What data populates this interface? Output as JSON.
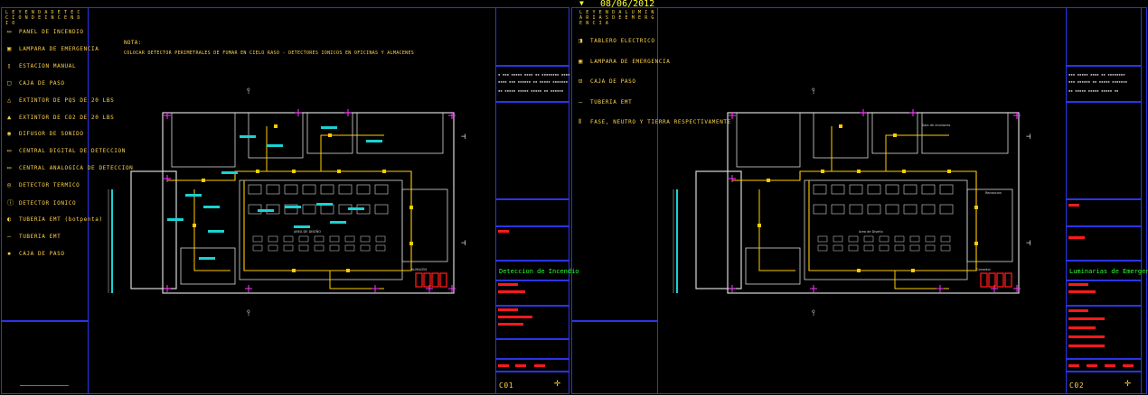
{
  "date": "08/06/2012",
  "left_sheet": {
    "legend_title": "L E Y E N D A   D E T E C C I O N   D E   I N C E N D I O",
    "legend_items": [
      {
        "label": "PANEL DE INCENDIO",
        "glyph": "▭"
      },
      {
        "label": "LAMPARA DE EMERGENCIA",
        "glyph": "▣"
      },
      {
        "label": "ESTACION MANUAL",
        "glyph": "▯"
      },
      {
        "label": "CAJA DE PASO",
        "glyph": "□"
      },
      {
        "label": "EXTINTOR DE PQS DE 20 LBS",
        "glyph": "△"
      },
      {
        "label": "EXTINTOR DE CO2   DE 20 LBS",
        "glyph": "▲"
      },
      {
        "label": "DIFUSOR DE SONIDO",
        "glyph": "◉"
      },
      {
        "label": "CENTRAL DIGITAL DE DETECCION",
        "glyph": "▭"
      },
      {
        "label": "CENTRAL ANALOGICA DE DETECCION",
        "glyph": "▭"
      },
      {
        "label": "DETECTOR TERMICO",
        "glyph": "◎"
      },
      {
        "label": "DETECTOR IONICO",
        "glyph": "ⓘ"
      },
      {
        "label": "TUBERIA EMT  (botpenta)",
        "glyph": "◐"
      },
      {
        "label": "TUBERIA EMT",
        "glyph": "—"
      },
      {
        "label": "CAJA DE PASO",
        "glyph": "▪"
      }
    ],
    "nota_title": "NOTA:",
    "nota_text": "COLOCAR DETECTOR PERIMETRALES DE FUMAR EN CIELO RASO - DETECTORES IONICOS EN OFICINAS Y ALMACENES",
    "title_block": {
      "title": "Deteccion de Incendio",
      "sheet": "C01"
    },
    "rooms": [
      "AREA DE DISEÑO",
      "ALMACEN"
    ]
  },
  "right_sheet": {
    "legend_title": "L E Y E N D A   L U M I N A R I A S   D E   E M E R G E N C I A",
    "legend_items": [
      {
        "label": "TABLERO ELECTRICO",
        "glyph": "◨"
      },
      {
        "label": "LAMPARA DE EMERGENCIA",
        "glyph": "▣"
      },
      {
        "label": "CAJA DE PASO",
        "glyph": "⊡"
      },
      {
        "label": "TUBERIA EMT",
        "glyph": "—"
      },
      {
        "label": "FASE, NEUTRO Y TIERRA RESPECTIVAMENTE",
        "glyph": "⫴"
      }
    ],
    "title_block": {
      "title": "Luminarias de Emergencia",
      "sheet": "C02"
    },
    "rooms": [
      "Area de Diseño",
      "Comedor",
      "Recepcion",
      "Sala de reuniones"
    ]
  }
}
